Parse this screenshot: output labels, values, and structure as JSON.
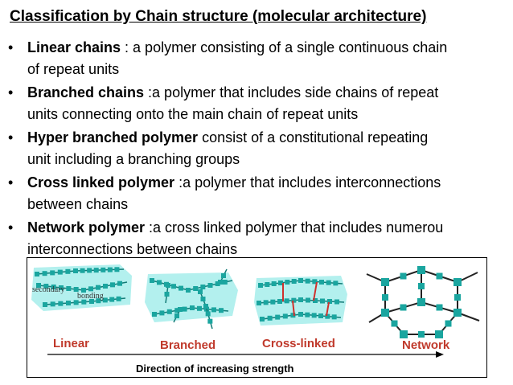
{
  "title": "Classification by Chain structure (molecular architecture)",
  "bullets": [
    {
      "term": "Linear chains",
      "line1": " : a polymer consisting of a single continuous chain",
      "line2": "of repeat units"
    },
    {
      "term": "Branched chains",
      "line1": " :a polymer that includes side chains of repeat",
      "line2": "units connecting onto the main chain of repeat units"
    },
    {
      "term": "Hyper branched polymer",
      "line1": " consist of a constitutional repeating",
      "line2": "unit including a branching groups"
    },
    {
      "term": "Cross linked polymer",
      "line1": " :a polymer that includes interconnections",
      "line2": "between chains"
    },
    {
      "term": "Network polymer",
      "line1": " :a cross linked polymer that includes numerou",
      "line2": "interconnections between chains"
    }
  ],
  "figure": {
    "label_secondary": "secondary",
    "label_bonding": "bonding",
    "labels": [
      "Linear",
      "Branched",
      "Cross-linked",
      "Network"
    ],
    "caption": "Direction of increasing strength",
    "colors": {
      "fill": "#b3f0ee",
      "unit": "#1aa59f",
      "unit_dark": "#137b77",
      "crosslink": "#d0312d",
      "label": "#c0392b"
    }
  }
}
